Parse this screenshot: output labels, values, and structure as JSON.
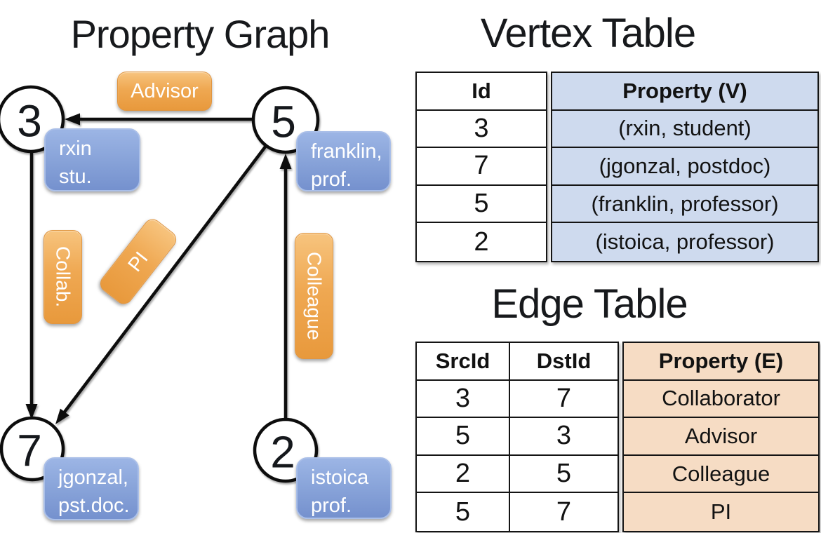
{
  "titles": {
    "graph": "Property Graph",
    "vertex": "Vertex Table",
    "edge": "Edge Table"
  },
  "graph": {
    "nodes": [
      {
        "id": "3",
        "line1": "rxin",
        "line2": "stu."
      },
      {
        "id": "5",
        "line1": "franklin,",
        "line2": "prof."
      },
      {
        "id": "7",
        "line1": "jgonzal,",
        "line2": "pst.doc."
      },
      {
        "id": "2",
        "line1": "istoica",
        "line2": "prof."
      }
    ],
    "edge_labels": {
      "advisor": "Advisor",
      "collab": "Collab.",
      "pi": "PI",
      "colleague": "Colleague"
    }
  },
  "vertex_table": {
    "headers": {
      "id": "Id",
      "prop": "Property (V)"
    },
    "rows": [
      [
        "3",
        "(rxin, student)"
      ],
      [
        "7",
        "(jgonzal, postdoc)"
      ],
      [
        "5",
        "(franklin, professor)"
      ],
      [
        "2",
        "(istoica, professor)"
      ]
    ]
  },
  "edge_table": {
    "headers": {
      "src": "SrcId",
      "dst": "DstId",
      "prop": "Property (E)"
    },
    "rows": [
      [
        "3",
        "7",
        "Collaborator"
      ],
      [
        "5",
        "3",
        "Advisor"
      ],
      [
        "2",
        "5",
        "Colleague"
      ],
      [
        "5",
        "7",
        "PI"
      ]
    ]
  },
  "colors": {
    "edge_label_orange": "#efa852",
    "node_label_blue": "#8aa5da",
    "vertex_property_fill": "#cedaee",
    "edge_property_fill": "#f6dcc4",
    "line_black": "#0c0c0c"
  }
}
